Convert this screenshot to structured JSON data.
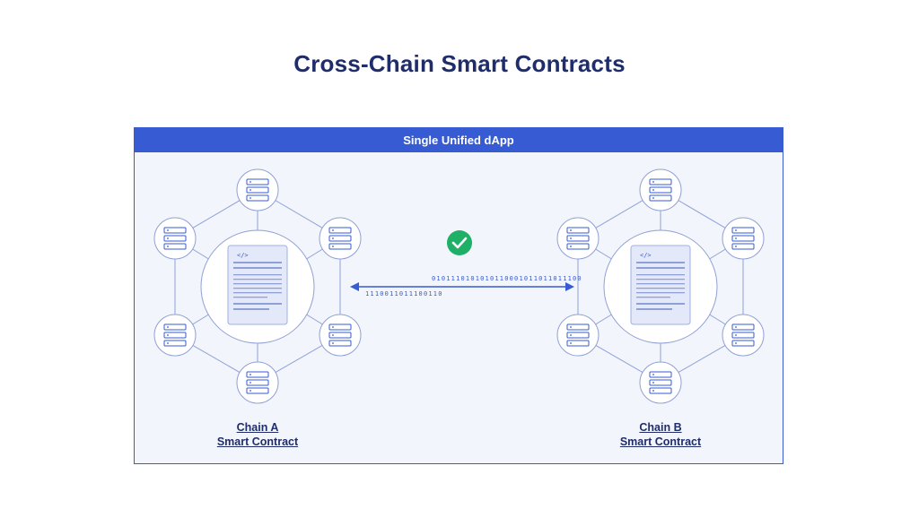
{
  "title": "Cross-Chain Smart Contracts",
  "container": {
    "label": "Single Unified dApp"
  },
  "chain_a": {
    "line1": "Chain A",
    "line2": "Smart Contract"
  },
  "chain_b": {
    "line1": "Chain B",
    "line2": "Smart Contract"
  },
  "transfer": {
    "top_bits": "0101110101010110001011011011100",
    "bottom_bits": "1110011011100110",
    "status_icon": "check-circle-icon"
  },
  "contract_doc": {
    "tag": "</>"
  },
  "colors": {
    "primary": "#375bd2",
    "title": "#1f2d6b",
    "success": "#1fb067",
    "background": "#f3f5fc"
  }
}
